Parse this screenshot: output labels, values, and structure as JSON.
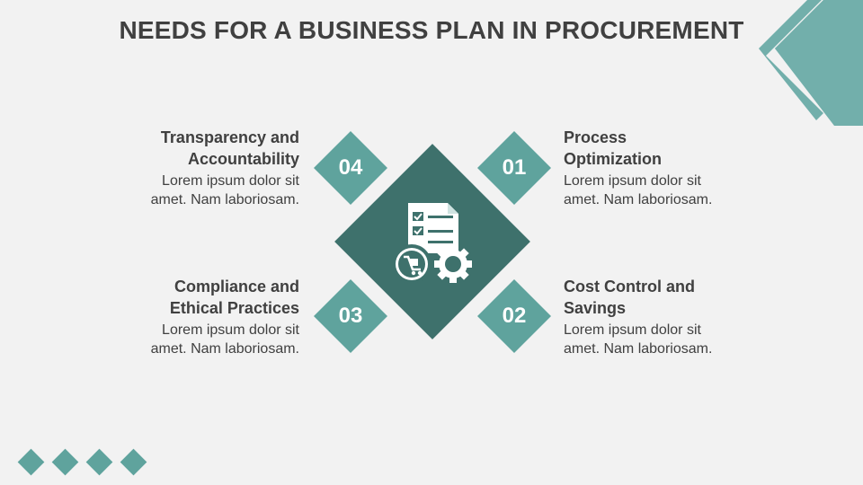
{
  "title": "NEEDS FOR A BUSINESS PLAN IN PROCUREMENT",
  "colors": {
    "background": "#f2f2f2",
    "accent": "#5fa39d",
    "center": "#3e716c",
    "corner": "#72afab",
    "text": "#404040"
  },
  "center_icon": "procurement-checklist-gear-icon",
  "items": [
    {
      "number": "01",
      "heading_line1": "Process",
      "heading_line2": "Optimization",
      "desc_line1": "Lorem ipsum dolor sit",
      "desc_line2": "amet. Nam laboriosam."
    },
    {
      "number": "02",
      "heading_line1": "Cost Control and",
      "heading_line2": "Savings",
      "desc_line1": "Lorem ipsum dolor sit",
      "desc_line2": "amet. Nam laboriosam."
    },
    {
      "number": "03",
      "heading_line1": "Compliance and",
      "heading_line2": "Ethical Practices",
      "desc_line1": "Lorem ipsum dolor sit",
      "desc_line2": "amet. Nam laboriosam."
    },
    {
      "number": "04",
      "heading_line1": "Transparency and",
      "heading_line2": "Accountability",
      "desc_line1": "Lorem ipsum dolor sit",
      "desc_line2": "amet. Nam laboriosam."
    }
  ]
}
